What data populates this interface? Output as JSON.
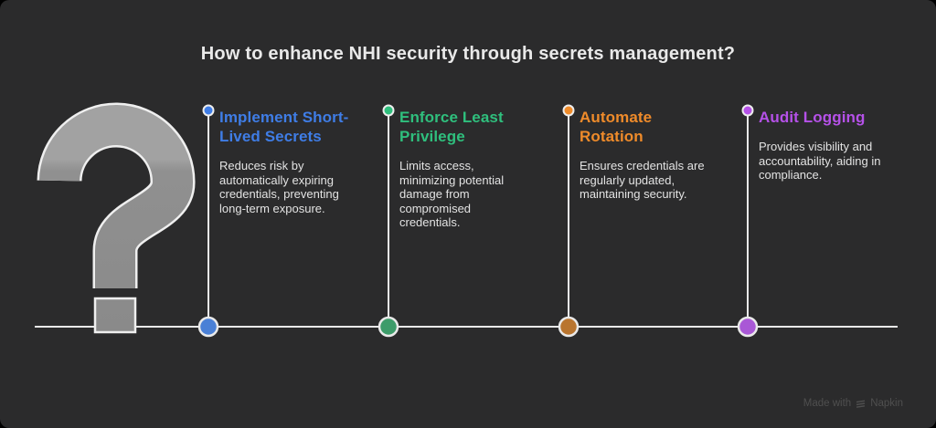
{
  "title": "How to enhance NHI security through secrets management?",
  "question_mark": {
    "symbol": "?",
    "fill_top": "#a2a2a2",
    "fill_bottom": "#8a8a8a",
    "outline_color": "#efefef"
  },
  "timeline": {
    "line_color": "#e9e9e9"
  },
  "columns": [
    {
      "title": "Implement Short-\nLived Secrets",
      "description": "Reduces risk by\nautomatically expiring\ncredentials, preventing\nlong-term exposure.",
      "accent_color": "#3f7de6",
      "dot_color": "#4a80d6"
    },
    {
      "title": "Enforce Least\nPrivilege",
      "description": "Limits access,\nminimizing potential\ndamage from\ncompromised\ncredentials.",
      "accent_color": "#2fbf7d",
      "dot_color": "#3d9c6a"
    },
    {
      "title": "Automate\nRotation",
      "description": "Ensures credentials are\nregularly updated,\nmaintaining security.",
      "accent_color": "#ef8b2a",
      "dot_color": "#b9752f"
    },
    {
      "title": "Audit Logging",
      "description": "Provides visibility and\naccountability, aiding in\ncompliance.",
      "accent_color": "#b551e8",
      "dot_color": "#a958d6"
    }
  ],
  "watermark": {
    "made_with": "Made with",
    "brand": "Napkin"
  }
}
